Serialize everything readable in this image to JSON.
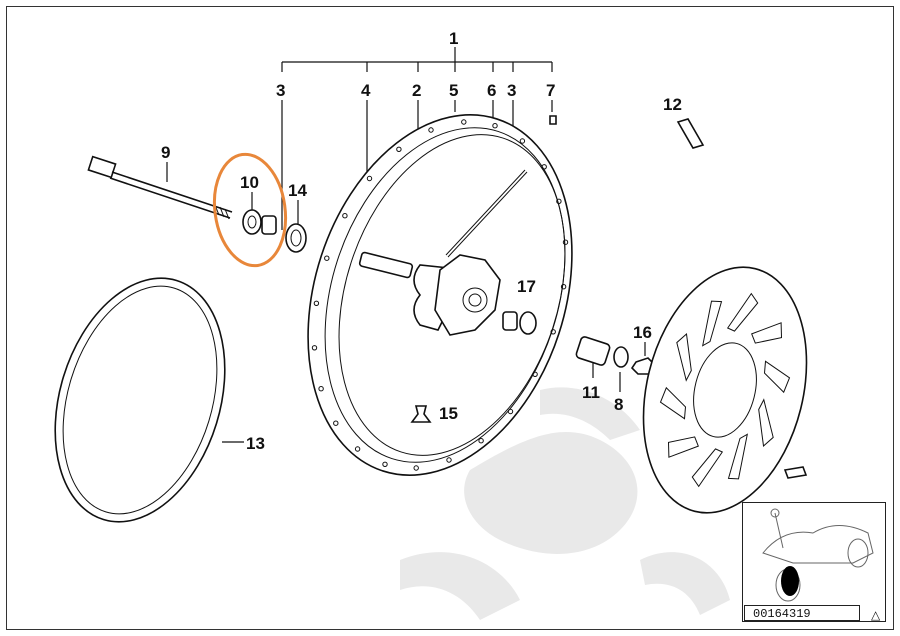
{
  "diagram": {
    "labels": {
      "p1": "1",
      "p2": "2",
      "p3a": "3",
      "p3b": "3",
      "p4": "4",
      "p5": "5",
      "p6": "6",
      "p7": "7",
      "p8": "8",
      "p9": "9",
      "p10": "10",
      "p11": "11",
      "p12": "12",
      "p13": "13",
      "p14": "14",
      "p15": "15",
      "p16": "16",
      "p17": "17"
    },
    "highlight_color": "#e8873a",
    "line_color": "#111111",
    "watermark_color": "#e9e9e9"
  },
  "reference": {
    "code": "00164319",
    "warning_symbol": "△",
    "marker_color": "#000000"
  }
}
